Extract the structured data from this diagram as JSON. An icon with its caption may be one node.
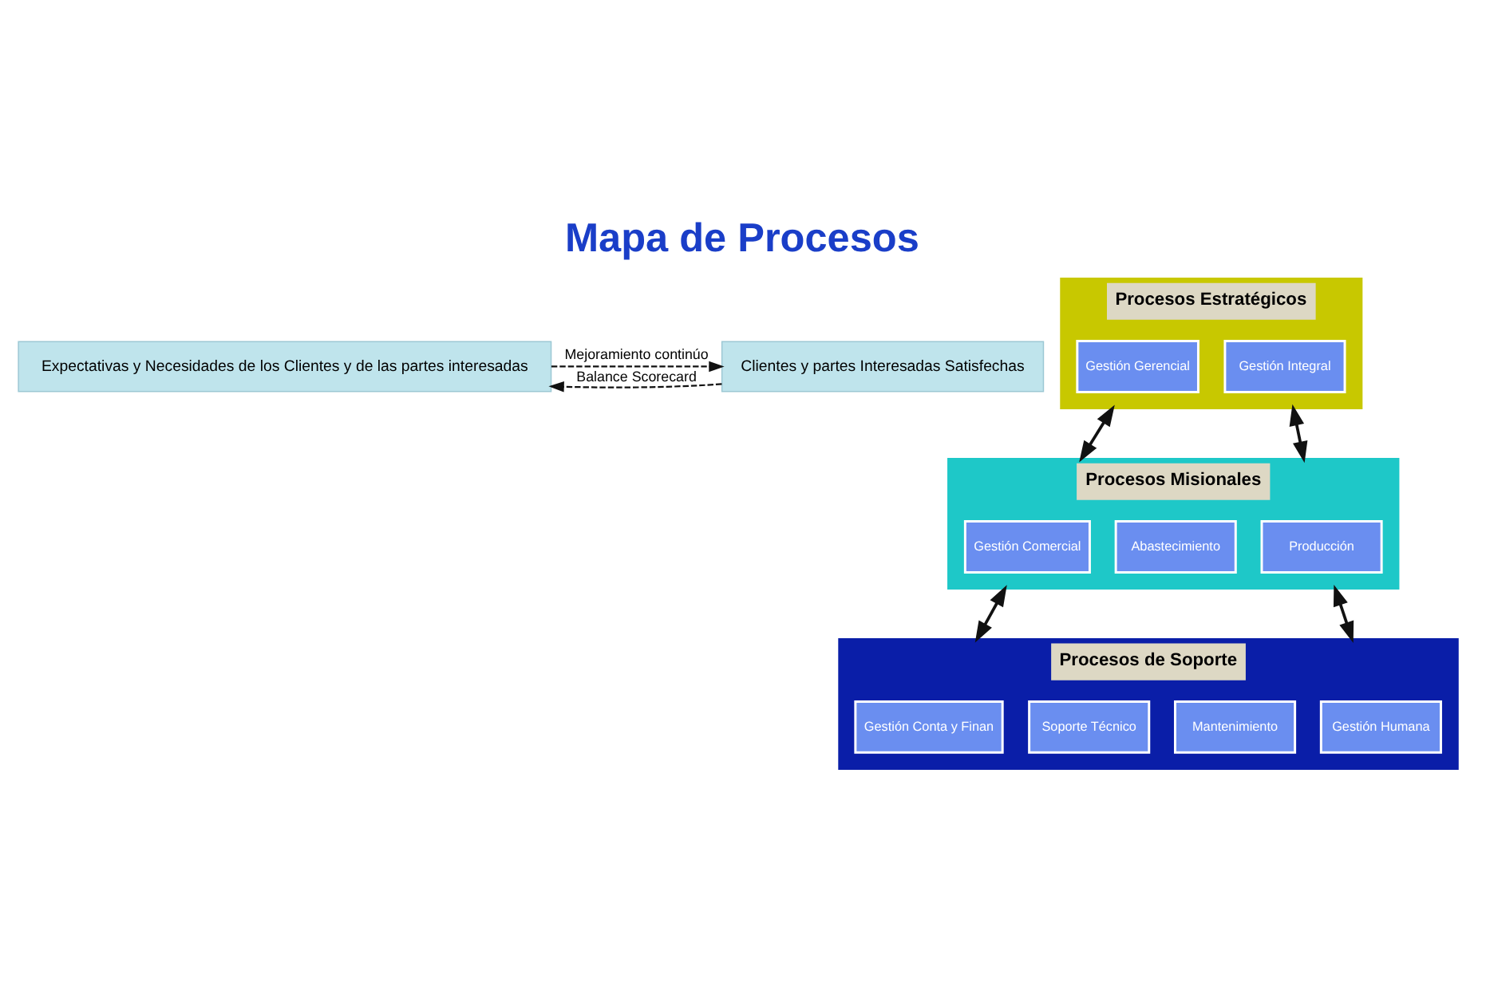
{
  "diagram": {
    "title": "Mapa de Procesos",
    "nodes": [
      {
        "text": [
          "Expectativas y Necesidades de los Clientes y de las partes interesadas"
        ]
      },
      {
        "text": [
          "Procesos Estratégicos"
        ]
      },
      {
        "text": [
          "Gestión Gerencial"
        ],
        "in": 1
      },
      {
        "text": [
          "Gestión Integral"
        ],
        "in": 1
      },
      {
        "text": [
          "Procesos Misionales"
        ]
      },
      {
        "text": [
          "Gestión Comercial"
        ],
        "in": 4
      },
      {
        "text": [
          "Abastecimiento"
        ],
        "in": 4
      },
      {
        "text": [
          "Producción"
        ],
        "in": 4
      },
      {
        "text": [
          "Procesos de Soporte"
        ]
      },
      {
        "text": [
          "Gestión Conta y Finan"
        ],
        "in": 8
      },
      {
        "text": [
          "Mantenimiento"
        ],
        "in": 8
      },
      {
        "text": [
          "Soporte Técnico"
        ],
        "in": 8
      },
      {
        "text": [
          "Gestión Humana"
        ],
        "in": 8
      },
      {
        "text": [
          "Clientes y partes Interesadas Satisfechas"
        ]
      }
    ],
    "edges": [
      {
        "from": 0,
        "to": 13,
        "arrow": "to",
        "style": "dashed",
        "label": "Mejoramiento continúo"
      },
      {
        "from": 1,
        "to": 4,
        "arrow": "both"
      },
      {
        "from": 1,
        "to": 4,
        "arrow": "both"
      },
      {
        "from": 4,
        "to": 8,
        "arrow": "both"
      },
      {
        "from": 4,
        "to": 8,
        "arrow": "both"
      },
      {
        "from": 13,
        "to": 0,
        "arrow": "to",
        "style": "dashed",
        "label": "Balance Scorecard"
      }
    ]
  }
}
